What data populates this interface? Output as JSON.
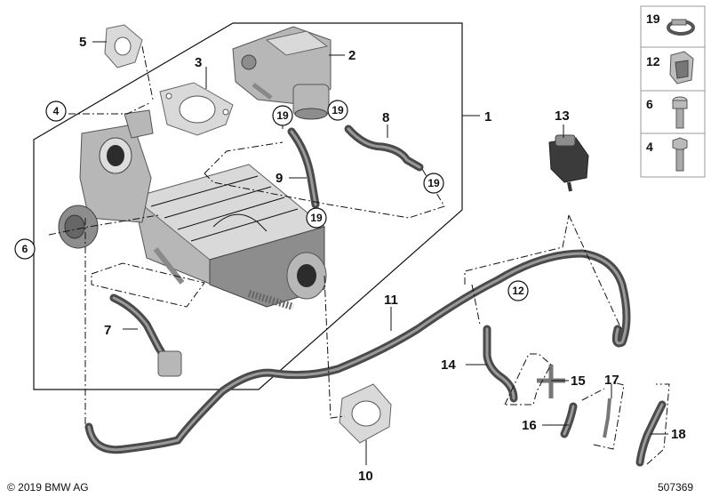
{
  "diagram": {
    "callouts": [
      "1",
      "2",
      "3",
      "4",
      "5",
      "6",
      "7",
      "8",
      "9",
      "10",
      "11",
      "12",
      "13",
      "14",
      "15",
      "16",
      "17",
      "18",
      "19"
    ],
    "circled_callouts": [
      "4",
      "6",
      "12",
      "19"
    ]
  },
  "legend": {
    "items": [
      {
        "number": "19",
        "part": "hose-clamp-icon"
      },
      {
        "number": "12",
        "part": "clip-icon"
      },
      {
        "number": "6",
        "part": "socket-bolt-icon"
      },
      {
        "number": "4",
        "part": "hex-bolt-icon"
      }
    ]
  },
  "footer": {
    "copyright": "© 2019 BMW AG",
    "image_number": "507369"
  }
}
